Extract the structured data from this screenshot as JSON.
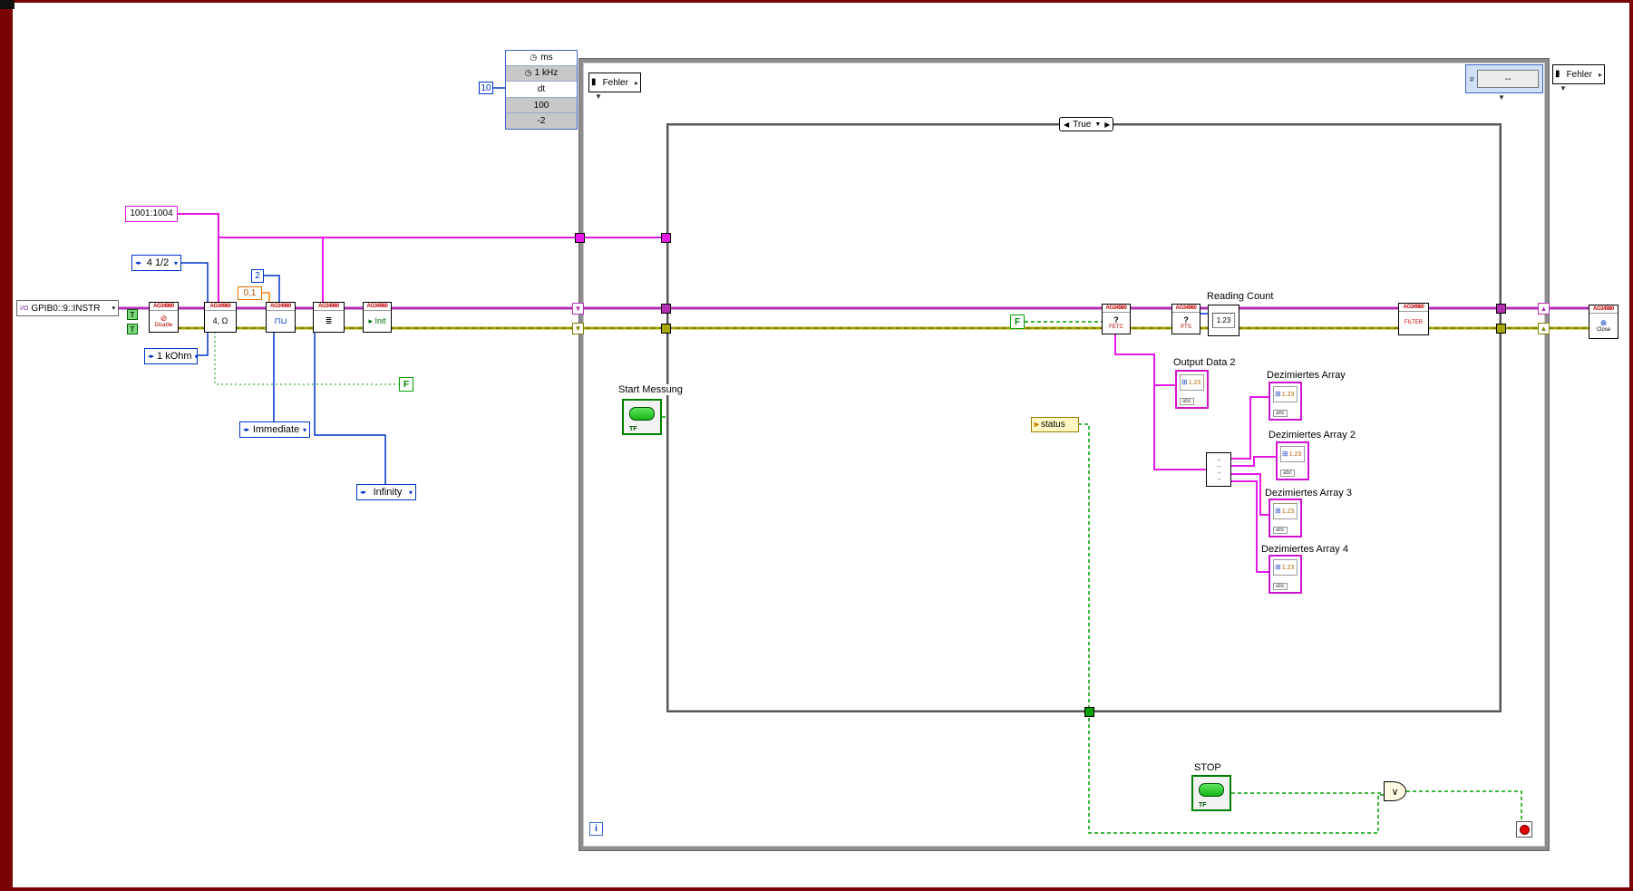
{
  "icons": {
    "dropdown": "▾",
    "ring_arrows": "◂▸",
    "selector_left": "◀",
    "selector_right": "▶",
    "selector_down": "▼",
    "shift_up": "▲",
    "shift_down": "▼",
    "local_bar": "▮",
    "arrow_right": "▸",
    "clock": "◷",
    "or": "∨",
    "visa_io": "I/O",
    "grid": "⊞",
    "hash": "#",
    "decimate": "→\n→\n→\n→"
  },
  "wire_colors": {
    "data": "#e619e6",
    "visa": "#b52fb5",
    "error": "#a8a800",
    "numeric": "#0033cc",
    "float": "#ff8000",
    "boolean": "#00a000"
  },
  "timing_block": {
    "unit": "ms",
    "row_rate": "1 kHz",
    "row_dt": "dt",
    "row_n": "100",
    "row_off": "-2",
    "input_const": "10"
  },
  "registers": {
    "left": "Fehler",
    "right": "Fehler"
  },
  "wait_block": {
    "display": "--"
  },
  "left_chain": {
    "visa_constant": "GPIB0::9::INSTR",
    "true_const": "T",
    "channel_list": "1001:1004",
    "digits_ring": "4 1/2",
    "sample_const": "2",
    "aperture_const": "0,1",
    "range_ring": "1 kOhm",
    "trigger_ring": "Immediate",
    "count_ring": "Infinity",
    "false_const": "F",
    "vi_header": "AG34980",
    "vis": [
      {
        "glyph": "⊘",
        "sub": "Disable"
      },
      {
        "glyph": "4, Ω",
        "sub": ""
      },
      {
        "glyph": "⊓⊔",
        "sub": ""
      },
      {
        "glyph": "≣",
        "sub": ""
      },
      {
        "glyph": "▸ Init",
        "sub": ""
      }
    ]
  },
  "while_loop": {
    "iterator": "i"
  },
  "case_structure": {
    "selector": "True"
  },
  "case_content": {
    "start_label": "Start Messung",
    "tf": "TF",
    "false_const": "F",
    "status_local": "status",
    "fetch_vi": {
      "glyph": "?",
      "sub": "FETC"
    },
    "pts_vi": {
      "glyph": "?",
      "sub": "PTS"
    },
    "reading_count_label": "Reading Count",
    "numeric_display": "1.23",
    "array_display": "1.23",
    "array_abc": "abc",
    "output_label": "Output Data 2",
    "dez_labels": [
      "Dezimiertes Array",
      "Dezimiertes Array 2",
      "Dezimiertes Array 3",
      "Dezimiertes Array 4"
    ],
    "stop_label": "STOP"
  },
  "right_side": {
    "vi_header": "AG34980",
    "filters_vi": {
      "glyph": "FILTER",
      "sub": ""
    },
    "close_vi": {
      "glyph": "⊗",
      "sub": "Close"
    }
  }
}
